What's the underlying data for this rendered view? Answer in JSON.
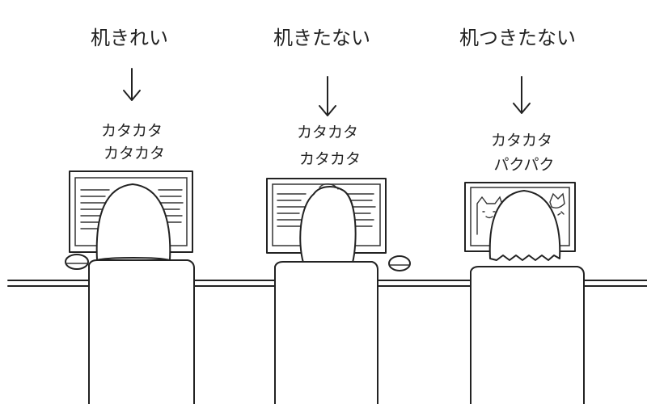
{
  "panels": [
    {
      "label": "机きれい",
      "sound_line1": "カタカタ",
      "sound_line2": "カタカタ",
      "screen": "text"
    },
    {
      "label": "机きたない",
      "sound_line1": "カタカタ",
      "sound_line2": "カタカタ",
      "screen": "text"
    },
    {
      "label": "机つきたない",
      "sound_line1": "カタカタ",
      "sound_line2": "パクパク",
      "screen": "cats"
    }
  ],
  "icons": [
    "down-arrow-icon",
    "monitor-icon",
    "person-head-icon",
    "chair-icon",
    "mouse-icon",
    "cat-icon"
  ]
}
